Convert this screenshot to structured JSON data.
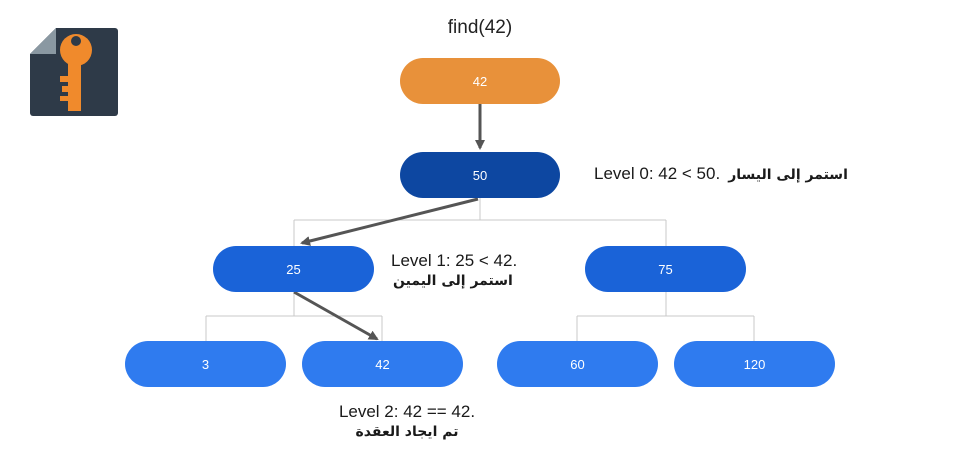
{
  "title": "find(42)",
  "logo": {
    "icon": "key-file-icon",
    "colors": {
      "tile": "#2e3a48",
      "fold": "#8a98a2",
      "key": "#f08a2c"
    }
  },
  "nodes": {
    "query": "42",
    "root": "50",
    "left": "25",
    "right": "75",
    "left_left": "3",
    "left_right": "42",
    "right_left": "60",
    "right_right": "120"
  },
  "notes": {
    "level0": {
      "text": "Level 0: 42 < 50.",
      "arabic": "استمر إلى اليسار"
    },
    "level1": {
      "text": "Level 1: 25 < 42.",
      "arabic": "استمر إلى اليمين"
    },
    "level2": {
      "text": "Level 2: 42 == 42.",
      "arabic": "تم ايجاد العقدة"
    }
  },
  "colors": {
    "query_node": "#e8913a",
    "root_node": "#0d47a1",
    "level1_node": "#1a63d8",
    "leaf_node": "#2f7bef",
    "search_arrow": "#555555",
    "tree_line": "#c8c8c8"
  }
}
